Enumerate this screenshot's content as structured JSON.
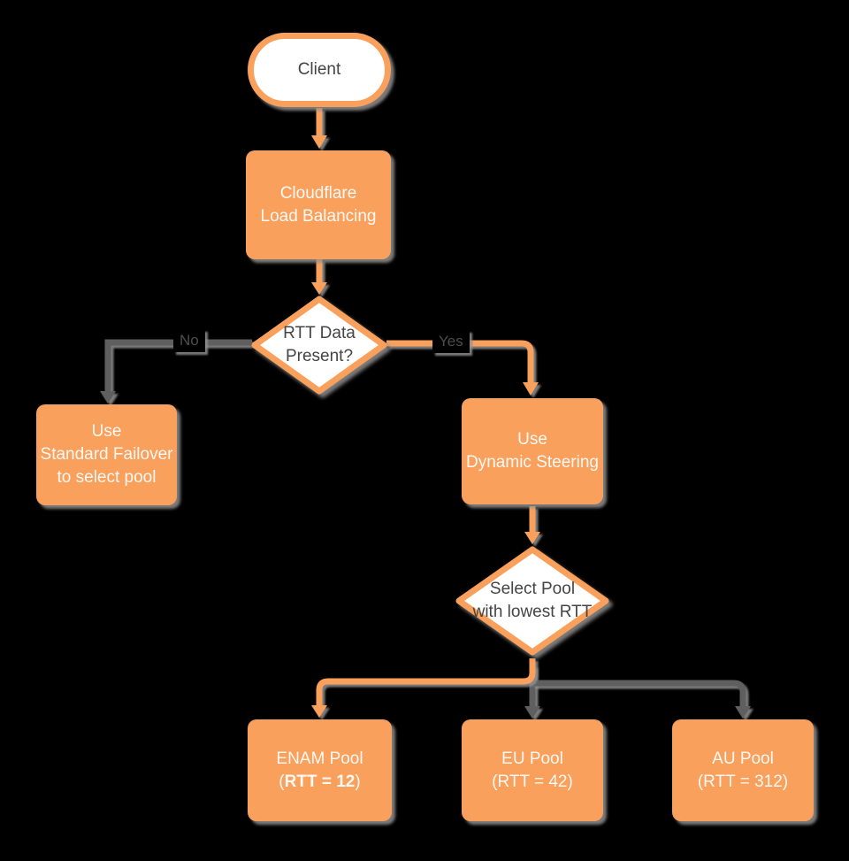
{
  "palette": {
    "orange": "#F9A05C",
    "line_gray": "#5F5F5F",
    "shadow_gray": "#919191",
    "dark_text": "#454545",
    "light_text": "#FCF8F3",
    "label_text": "#4D4D4D",
    "background": "#000000",
    "shape_white": "#FFFFFF"
  },
  "diagram": {
    "type": "flowchart",
    "nodes": {
      "client": {
        "label": "Client"
      },
      "load_balancer": {
        "line1": "Cloudflare",
        "line2": "Load Balancing"
      },
      "rtt_decision": {
        "line1": "RTT Data",
        "line2": "Present?"
      },
      "standard_failover": {
        "line1": "Use",
        "line2": "Standard Failover",
        "line3": "to select pool"
      },
      "dynamic_steering": {
        "line1": "Use",
        "line2": "Dynamic Steering"
      },
      "select_pool": {
        "line1": "Select Pool",
        "line2": "with lowest RTT"
      },
      "enam_pool": {
        "line1": "ENAM Pool",
        "line2_prefix": "(",
        "line2_value": "RTT = 12",
        "line2_suffix": ")"
      },
      "eu_pool": {
        "line1": "EU Pool",
        "line2": "(RTT = 42)"
      },
      "au_pool": {
        "line1": "AU Pool",
        "line2": "(RTT = 312)"
      }
    },
    "edge_labels": {
      "no": "No",
      "yes": "Yes"
    }
  }
}
